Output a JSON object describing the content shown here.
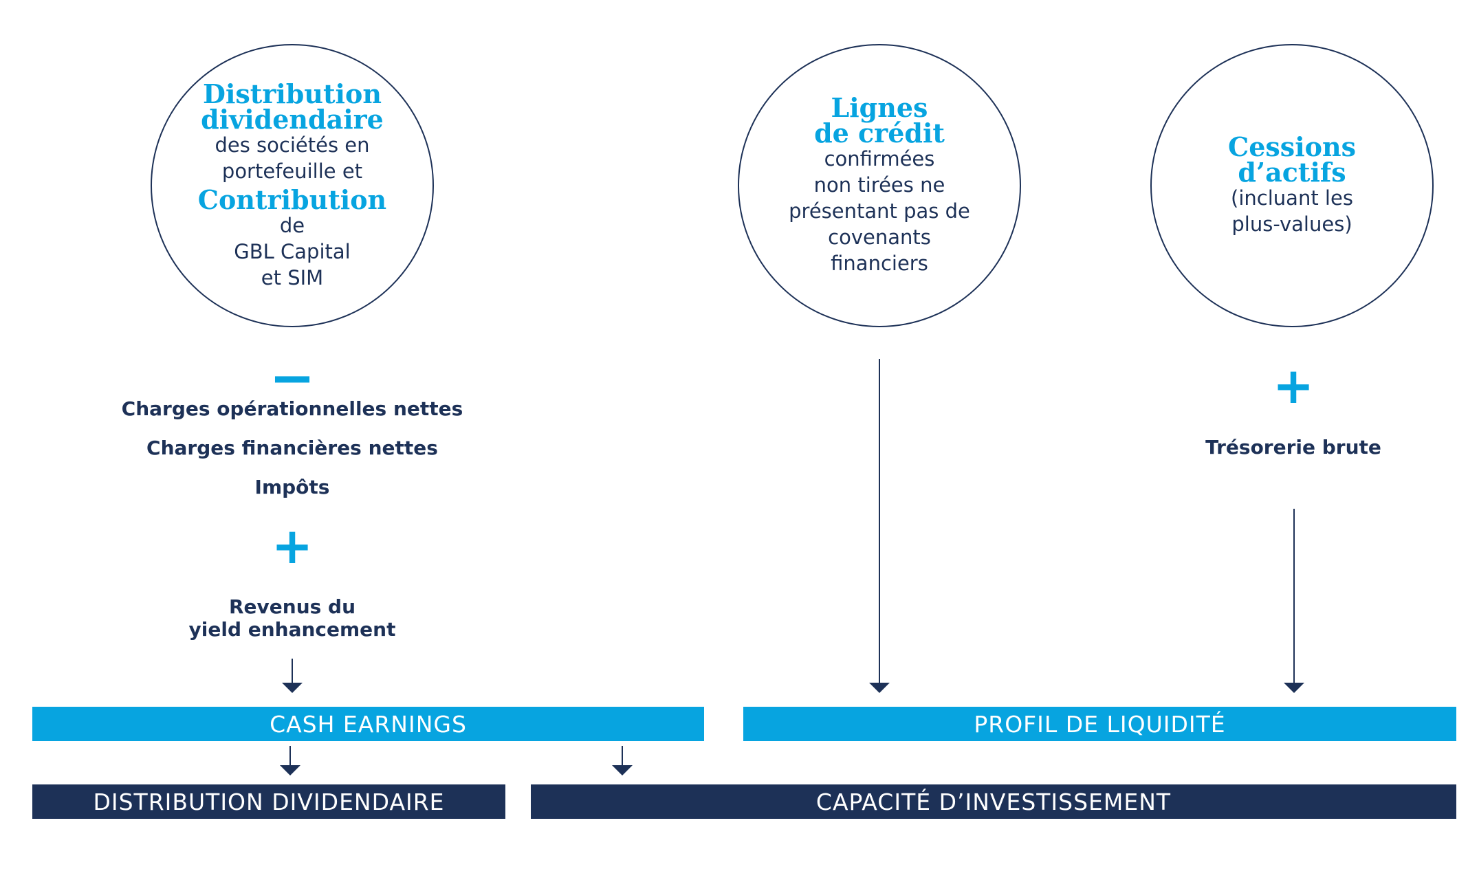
{
  "circles": {
    "c1": {
      "hl1a": "Distribution",
      "hl1b": "dividendaire",
      "t1a": "des sociétés en",
      "t1b": "portefeuille et",
      "hl2": "Contribution",
      "t2a": "de",
      "t2b": "GBL Capital",
      "t2c": "et SIM"
    },
    "c2": {
      "hl1a": "Lignes",
      "hl1b": "de crédit",
      "t1": "confirmées",
      "t2": "non tirées ne",
      "t3": "présentant pas de",
      "t4": "covenants",
      "t5": "financiers"
    },
    "c3": {
      "hl1a": "Cessions",
      "hl1b": "d’actifs",
      "t1": "(incluant les",
      "t2": "plus-values)"
    }
  },
  "left": {
    "minus": "−",
    "items": [
      "Charges opérationnelles nettes",
      "Charges financières nettes",
      "Impôts"
    ],
    "plus": "+",
    "revenus_a": "Revenus du",
    "revenus_b": "yield enhancement"
  },
  "right": {
    "plus": "+",
    "tresorerie": "Trésorerie brute"
  },
  "bars": {
    "cash_earnings": "CASH EARNINGS",
    "profil_liquidite": "PROFIL DE LIQUIDITÉ",
    "distribution_dividendaire": "DISTRIBUTION DIVIDENDAIRE",
    "capacite_investissement": "CAPACITÉ D’INVESTISSEMENT"
  },
  "colors": {
    "accent_blue": "#07a4e0",
    "navy": "#1d3157"
  }
}
